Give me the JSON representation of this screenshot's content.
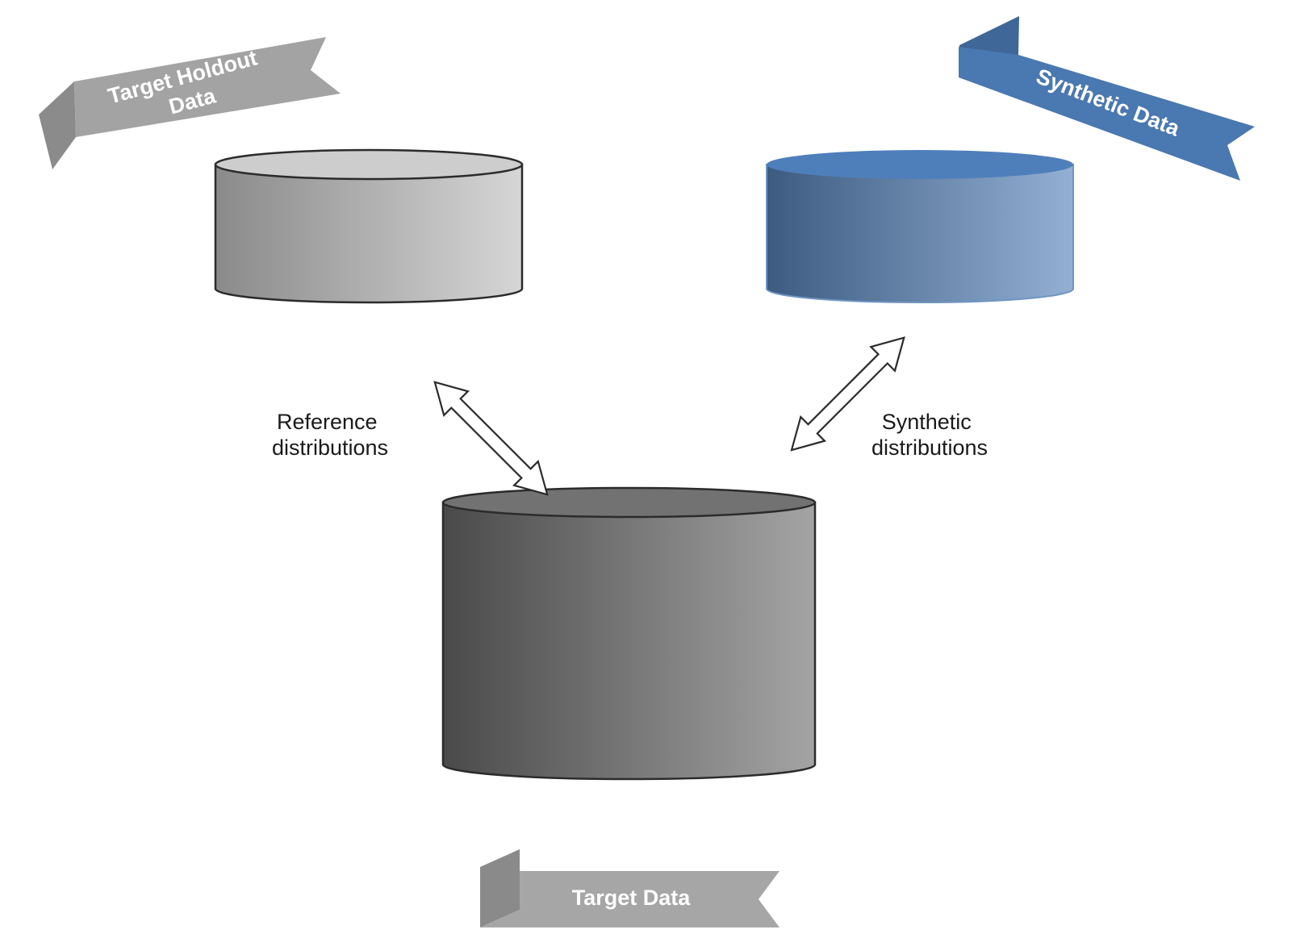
{
  "ribbons": {
    "target_holdout": {
      "line1": "Target Holdout",
      "line2": "Data"
    },
    "synthetic": {
      "label": "Synthetic Data"
    },
    "target": {
      "label": "Target Data"
    }
  },
  "arrows": {
    "reference": {
      "line1": "Reference",
      "line2": "distributions"
    },
    "synthetic": {
      "line1": "Synthetic",
      "line2": "distributions"
    }
  },
  "colors": {
    "holdout_cylinder": "#b4b4b4",
    "synthetic_cylinder": "#4f7db3",
    "target_cylinder": "#6e6e6e",
    "holdout_ribbon": "#a3a3a3",
    "synthetic_ribbon": "#4a78b0",
    "target_ribbon": "#a6a6a6"
  }
}
